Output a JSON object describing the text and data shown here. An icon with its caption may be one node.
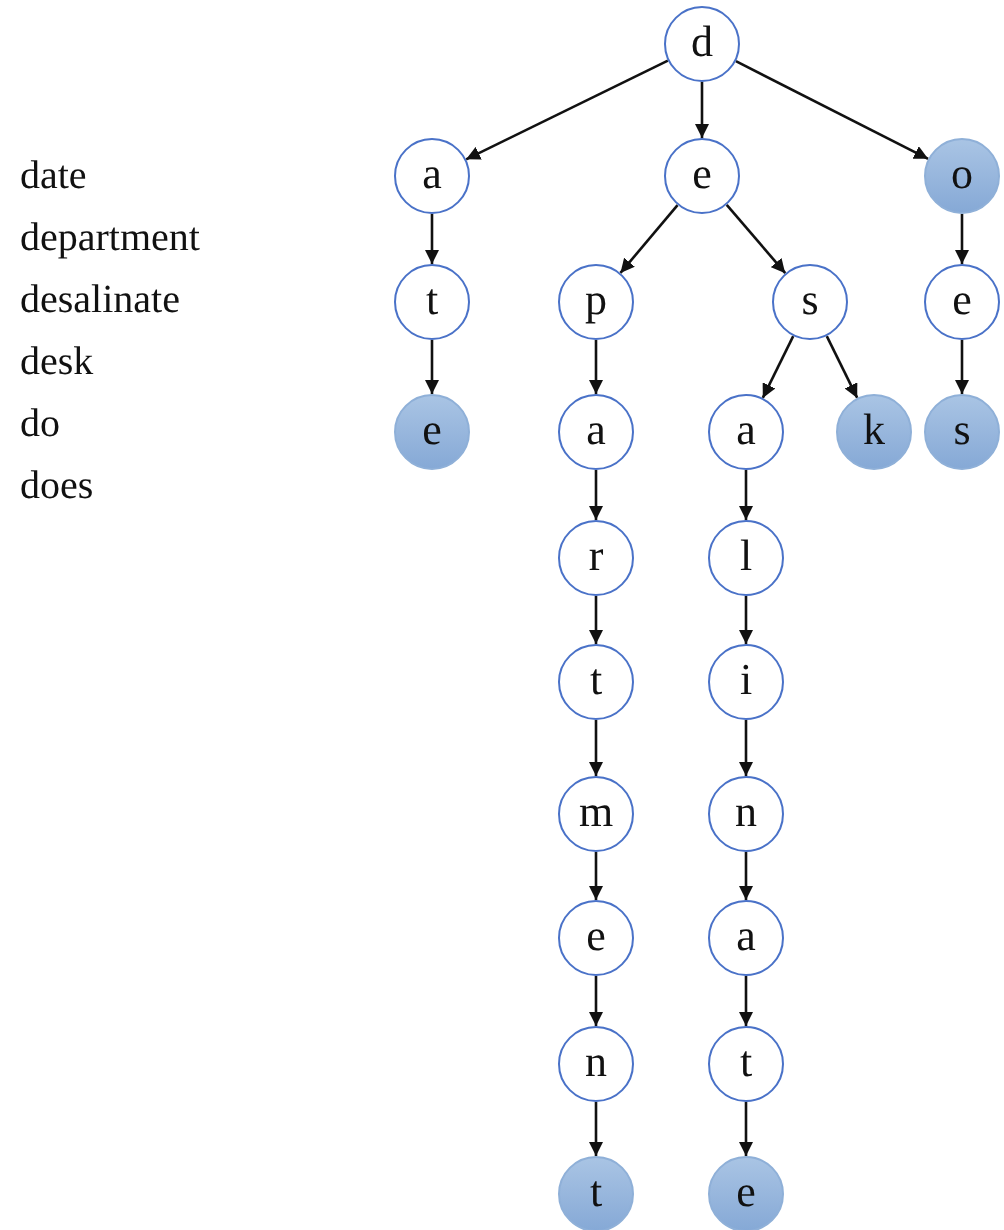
{
  "diagram": {
    "nodes": [
      {
        "text": [
          "d"
        ]
      },
      {
        "text": [
          "a"
        ]
      },
      {
        "text": [
          "e"
        ]
      },
      {
        "text": [
          "o"
        ]
      },
      {
        "text": [
          "t"
        ]
      },
      {
        "text": [
          "p"
        ]
      },
      {
        "text": [
          "s"
        ]
      },
      {
        "text": [
          "e"
        ]
      },
      {
        "text": [
          "e"
        ]
      },
      {
        "text": [
          "a"
        ]
      },
      {
        "text": [
          "a"
        ]
      },
      {
        "text": [
          "k"
        ]
      },
      {
        "text": [
          "s"
        ]
      },
      {
        "text": [
          "r"
        ]
      },
      {
        "text": [
          "l"
        ]
      },
      {
        "text": [
          "t"
        ]
      },
      {
        "text": [
          "i"
        ]
      },
      {
        "text": [
          "m"
        ]
      },
      {
        "text": [
          "n"
        ]
      },
      {
        "text": [
          "e"
        ]
      },
      {
        "text": [
          "a"
        ]
      },
      {
        "text": [
          "n"
        ]
      },
      {
        "text": [
          "t"
        ]
      },
      {
        "text": [
          "t"
        ]
      },
      {
        "text": [
          "e"
        ]
      }
    ],
    "edges": [
      {
        "from": 0,
        "to": 1,
        "arrow": "to"
      },
      {
        "from": 0,
        "to": 2,
        "arrow": "to"
      },
      {
        "from": 0,
        "to": 3,
        "arrow": "to"
      },
      {
        "from": 1,
        "to": 4,
        "arrow": "to"
      },
      {
        "from": 4,
        "to": 8,
        "arrow": "to"
      },
      {
        "from": 2,
        "to": 5,
        "arrow": "to"
      },
      {
        "from": 2,
        "to": 6,
        "arrow": "to"
      },
      {
        "from": 3,
        "to": 7,
        "arrow": "to"
      },
      {
        "from": 7,
        "to": 12,
        "arrow": "to"
      },
      {
        "from": 5,
        "to": 9,
        "arrow": "to"
      },
      {
        "from": 6,
        "to": 10,
        "arrow": "to"
      },
      {
        "from": 6,
        "to": 11,
        "arrow": "to"
      },
      {
        "from": 9,
        "to": 13,
        "arrow": "to"
      },
      {
        "from": 13,
        "to": 15,
        "arrow": "to"
      },
      {
        "from": 15,
        "to": 17,
        "arrow": "to"
      },
      {
        "from": 17,
        "to": 19,
        "arrow": "to"
      },
      {
        "from": 19,
        "to": 21,
        "arrow": "to"
      },
      {
        "from": 21,
        "to": 23,
        "arrow": "to"
      },
      {
        "from": 10,
        "to": 14,
        "arrow": "to"
      },
      {
        "from": 14,
        "to": 16,
        "arrow": "to"
      },
      {
        "from": 16,
        "to": 18,
        "arrow": "to"
      },
      {
        "from": 18,
        "to": 20,
        "arrow": "to"
      },
      {
        "from": 20,
        "to": 22,
        "arrow": "to"
      },
      {
        "from": 22,
        "to": 24,
        "arrow": "to"
      }
    ],
    "labels": [
      "date",
      "department",
      "desalinate",
      "desk",
      "do",
      "does"
    ]
  }
}
